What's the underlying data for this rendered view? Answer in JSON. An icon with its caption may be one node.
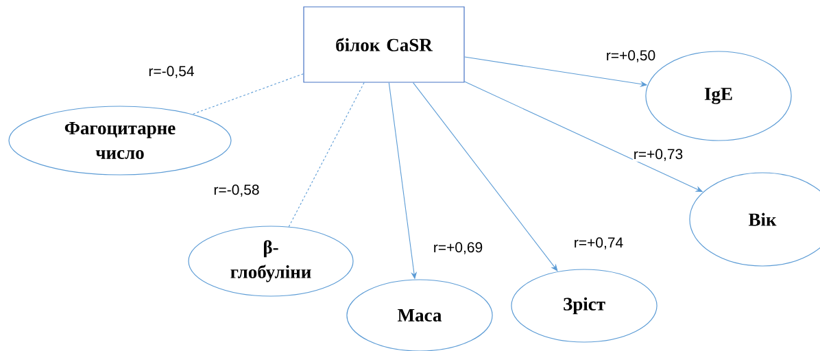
{
  "diagram": {
    "nodes": [
      {
        "text": [
          "білок  CaSR"
        ]
      },
      {
        "text": [
          "Фагоцитарне число"
        ]
      },
      {
        "text": [
          "β- глобуліни"
        ]
      },
      {
        "text": [
          "Маса"
        ]
      },
      {
        "text": [
          "Зріст"
        ]
      },
      {
        "text": [
          "Вік"
        ]
      },
      {
        "text": [
          "IgE"
        ]
      }
    ],
    "edges": [
      {
        "from": 0,
        "to": 1,
        "arrow": "none",
        "label": "r=-0,54",
        "style": "dashed"
      },
      {
        "from": 0,
        "to": 2,
        "arrow": "none",
        "label": "r=-0,58",
        "style": "dashed"
      },
      {
        "from": 0,
        "to": 3,
        "arrow": "to",
        "label": "r=+0,69"
      },
      {
        "from": 0,
        "to": 4,
        "arrow": "to",
        "label": "r=+0,74"
      },
      {
        "from": 0,
        "to": 5,
        "arrow": "to",
        "label": "r=+0,73"
      },
      {
        "from": 0,
        "to": 6,
        "arrow": "to",
        "label": "r=+0,50"
      }
    ]
  }
}
